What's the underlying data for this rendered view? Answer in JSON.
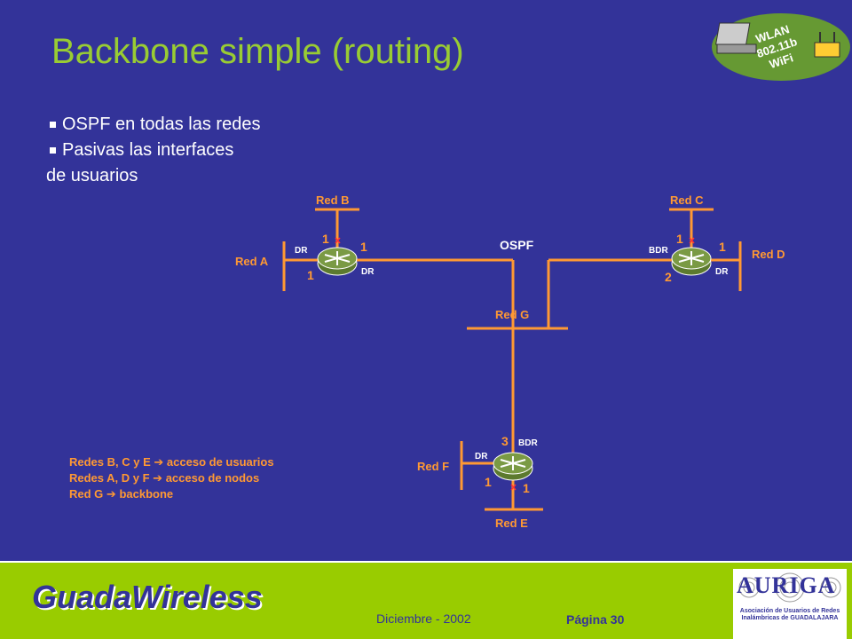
{
  "slide": {
    "title": "Backbone simple (routing)",
    "bullets": [
      "OSPF en todas las redes",
      "Pasivas las interfaces"
    ],
    "bullet_continuation": "de usuarios"
  },
  "badge": {
    "line1": "WLAN",
    "line2": "802.11b",
    "line3": "WiFi"
  },
  "diagram": {
    "protocol": "OSPF",
    "networks": {
      "a": "Red A",
      "b": "Red B",
      "c": "Red C",
      "d": "Red D",
      "e": "Red E",
      "f": "Red F",
      "g": "Red G"
    },
    "router1": {
      "cost_top": "1",
      "cost_right": "1",
      "cost_left": "1",
      "role_left": "DR",
      "role_right": "DR"
    },
    "router2": {
      "cost_top": "1",
      "cost_right": "1",
      "cost_bottom": "2",
      "role_left": "BDR",
      "role_right": "DR"
    },
    "router3": {
      "cost_top": "3",
      "cost_left": "1",
      "cost_bottom": "1",
      "role_top": "BDR",
      "role_left": "DR"
    }
  },
  "legend": {
    "line1_left": "Redes B, C y E",
    "line1_right": "acceso de usuarios",
    "line2_left": "Redes A, D y F",
    "line2_right": "acceso de nodos",
    "line3_left": "Red G",
    "line3_right": "backbone"
  },
  "footer": {
    "brand": "GuadaWireless",
    "date": "Diciembre - 2002",
    "page": "Página 30",
    "logo_text": "AURIGA",
    "logo_subtitle": "Asociación de Usuarios de Redes Inalámbricas de GUADALAJARA"
  },
  "colors": {
    "background": "#333399",
    "title": "#99cc33",
    "link": "#ff9933",
    "router": "#6b8a3a",
    "footer": "#99cc00"
  }
}
